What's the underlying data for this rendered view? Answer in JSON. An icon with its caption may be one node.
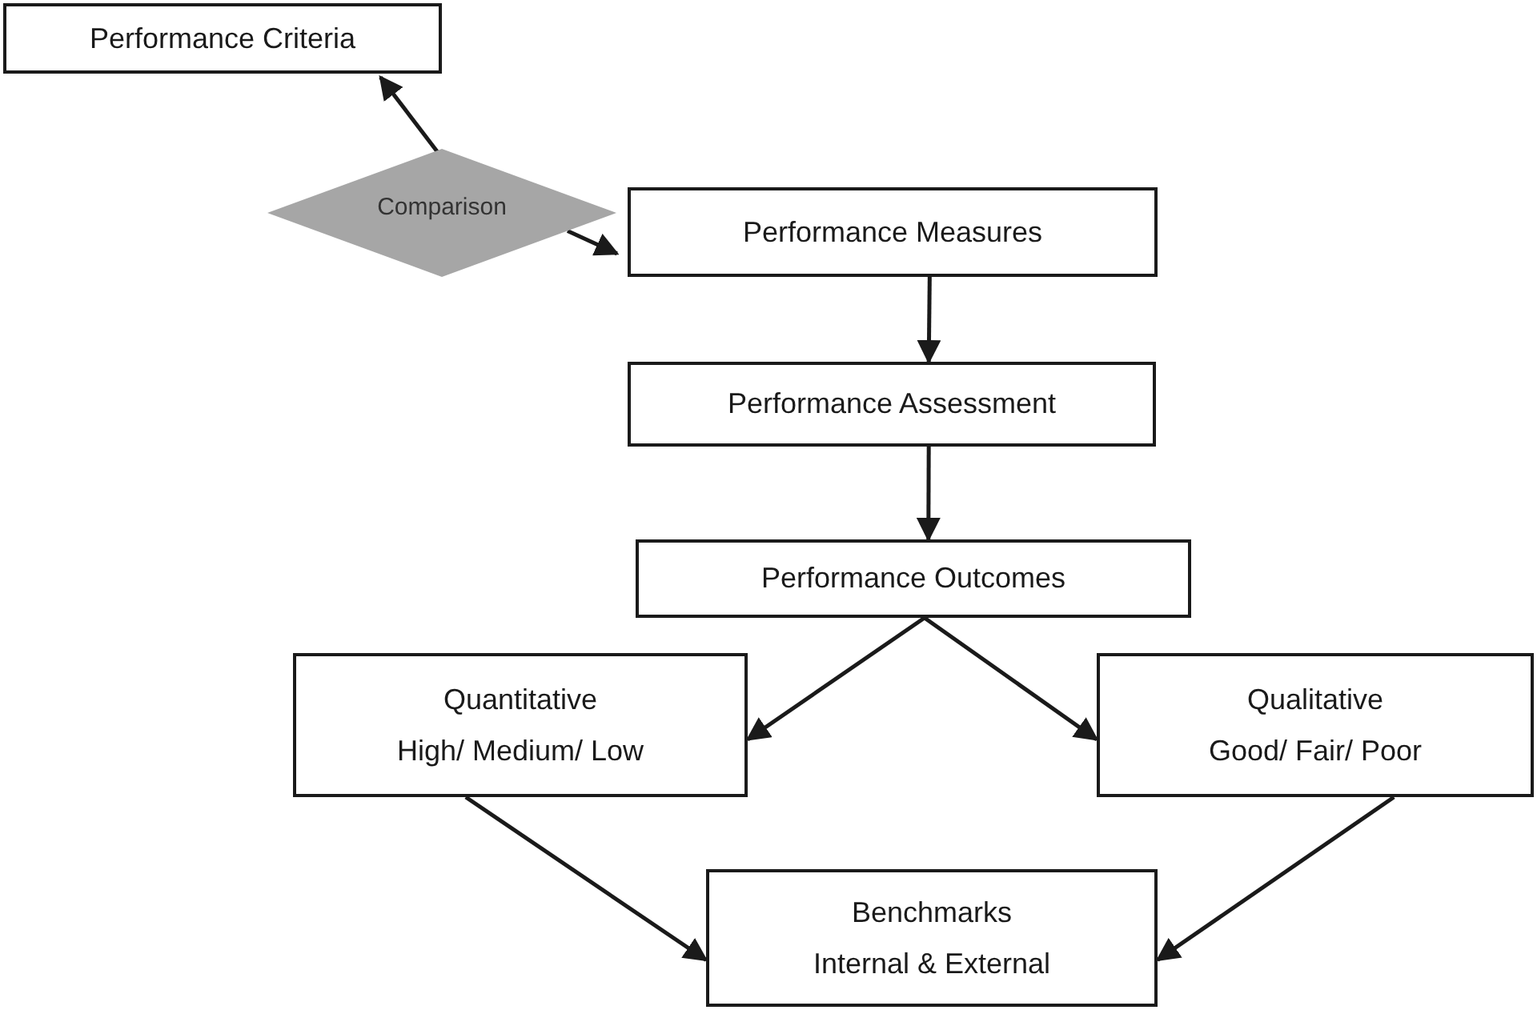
{
  "diagram": {
    "nodes": [
      {
        "text": [
          "Performance Criteria"
        ]
      },
      {
        "text": [
          "Comparison"
        ]
      },
      {
        "text": [
          "Performance Measures"
        ]
      },
      {
        "text": [
          "Performance Assessment"
        ]
      },
      {
        "text": [
          "Performance Outcomes"
        ]
      },
      {
        "text": [
          "Quantitative",
          "High/ Medium/ Low"
        ]
      },
      {
        "text": [
          "Qualitative",
          "Good/ Fair/ Poor"
        ]
      },
      {
        "text": [
          "Benchmarks",
          "Internal & External"
        ]
      }
    ],
    "edges": [
      {
        "from": 1,
        "to": 0,
        "arrow": "to"
      },
      {
        "from": 1,
        "to": 2,
        "arrow": "to"
      },
      {
        "from": 2,
        "to": 3,
        "arrow": "to"
      },
      {
        "from": 3,
        "to": 4,
        "arrow": "to"
      },
      {
        "from": 4,
        "to": 5,
        "arrow": "to"
      },
      {
        "from": 4,
        "to": 6,
        "arrow": "to"
      },
      {
        "from": 5,
        "to": 7,
        "arrow": "to"
      },
      {
        "from": 6,
        "to": 7,
        "arrow": "to"
      }
    ]
  }
}
